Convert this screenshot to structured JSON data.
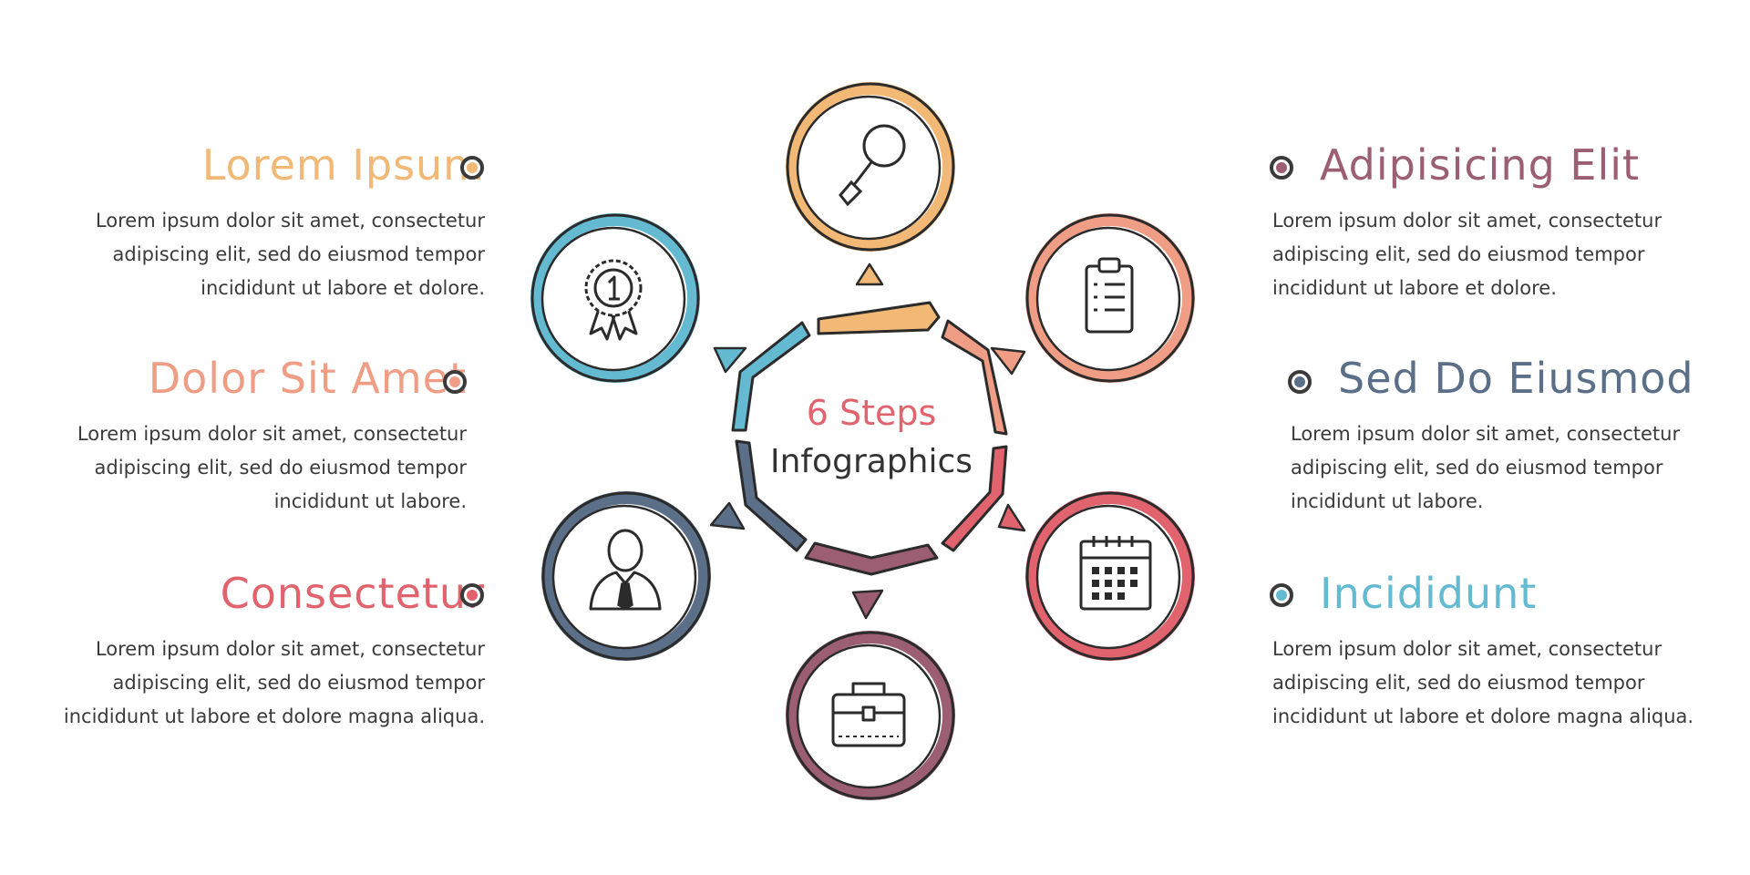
{
  "center": {
    "line1": "6 Steps",
    "line2": "Infographics"
  },
  "steps": [
    {
      "title": "Lorem Ipsum",
      "color": "#f2b875",
      "side": "left",
      "lines": [
        "Lorem ipsum dolor sit amet, consectetur",
        "adipiscing elit, sed do eiusmod tempor",
        "incididunt ut labore et dolore."
      ]
    },
    {
      "title": "Dolor Sit Amet",
      "color": "#ef9d84",
      "side": "left",
      "lines": [
        "Lorem ipsum dolor sit amet, consectetur",
        "adipiscing elit, sed do eiusmod tempor",
        "incididunt ut labore."
      ]
    },
    {
      "title": "Consectetur",
      "color": "#e0636d",
      "side": "left",
      "lines": [
        "Lorem ipsum dolor sit amet, consectetur",
        "adipiscing elit, sed do eiusmod tempor",
        "incididunt ut labore et dolore magna aliqua."
      ]
    },
    {
      "title": "Adipisicing Elit",
      "color": "#9b5e72",
      "side": "right",
      "lines": [
        "Lorem ipsum dolor sit amet, consectetur",
        "adipiscing elit, sed do eiusmod tempor",
        "incididunt ut labore et dolore."
      ]
    },
    {
      "title": "Sed Do Eiusmod",
      "color": "#5b6f88",
      "side": "right",
      "lines": [
        "Lorem ipsum dolor sit amet, consectetur",
        "adipiscing elit, sed do eiusmod tempor",
        "incididunt ut labore."
      ]
    },
    {
      "title": "Incididunt",
      "color": "#63bad1",
      "side": "right",
      "lines": [
        "Lorem ipsum dolor sit amet, consectetur",
        "adipiscing elit, sed do eiusmod tempor",
        "incididunt ut labore et dolore magna aliqua."
      ]
    }
  ],
  "icons": {
    "top": {
      "name": "magnifier-icon",
      "color": "#f2b875"
    },
    "top_right": {
      "name": "clipboard-icon",
      "color": "#ef9d84"
    },
    "bottom_right": {
      "name": "calendar-icon",
      "color": "#e0636d"
    },
    "bottom": {
      "name": "briefcase-icon",
      "color": "#9b5e72"
    },
    "bottom_left": {
      "name": "person-icon",
      "color": "#5b6f88"
    },
    "top_left": {
      "name": "award-icon",
      "color": "#63bad1"
    }
  },
  "ring_colors": [
    "#f2b875",
    "#ef9d84",
    "#e0636d",
    "#9b5e72",
    "#5b6f88",
    "#63bad1"
  ],
  "center_text_colors": {
    "line1": "#e0636d",
    "line2": "#333333"
  }
}
